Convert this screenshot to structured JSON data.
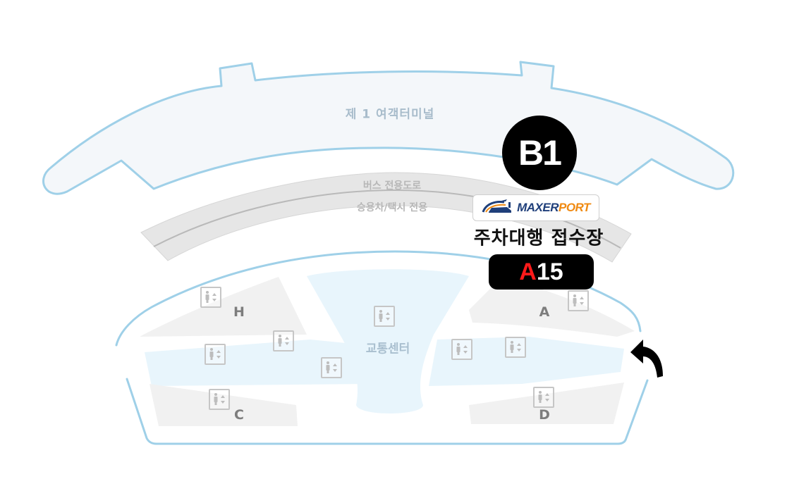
{
  "map": {
    "terminal_label": "제 1 여객터미널",
    "roads": {
      "bus_lane": "버스 전용도로",
      "car_taxi_lane": "승용차/택시 전용"
    },
    "floor_badge": "B1",
    "operator_logo": {
      "maxer": "MAXER",
      "port": "PORT",
      "icon": "car-plane-logo-icon"
    },
    "valet_title": "주차대행 접수장",
    "spot": {
      "letter": "A",
      "number": "15"
    },
    "zones": [
      {
        "id": "H",
        "label": "H"
      },
      {
        "id": "A",
        "label": "A"
      },
      {
        "id": "C",
        "label": "C"
      },
      {
        "id": "D",
        "label": "D"
      }
    ],
    "transport_center": "교통센터",
    "elevator_icon": "elevator-icon",
    "direction_icon": "turn-left-arrow-icon"
  },
  "colors": {
    "terminal_outline": "#9fd0e8",
    "terminal_fill": "#f4f7fa",
    "road_fill": "#e6e6e6",
    "zone_fill": "#f1f1f1",
    "light_blue_fill": "#e8f5fc",
    "badge_black": "#000000",
    "spot_red": "#ff1a1a",
    "logo_navy": "#1f3f7a",
    "logo_orange": "#f08a12"
  }
}
